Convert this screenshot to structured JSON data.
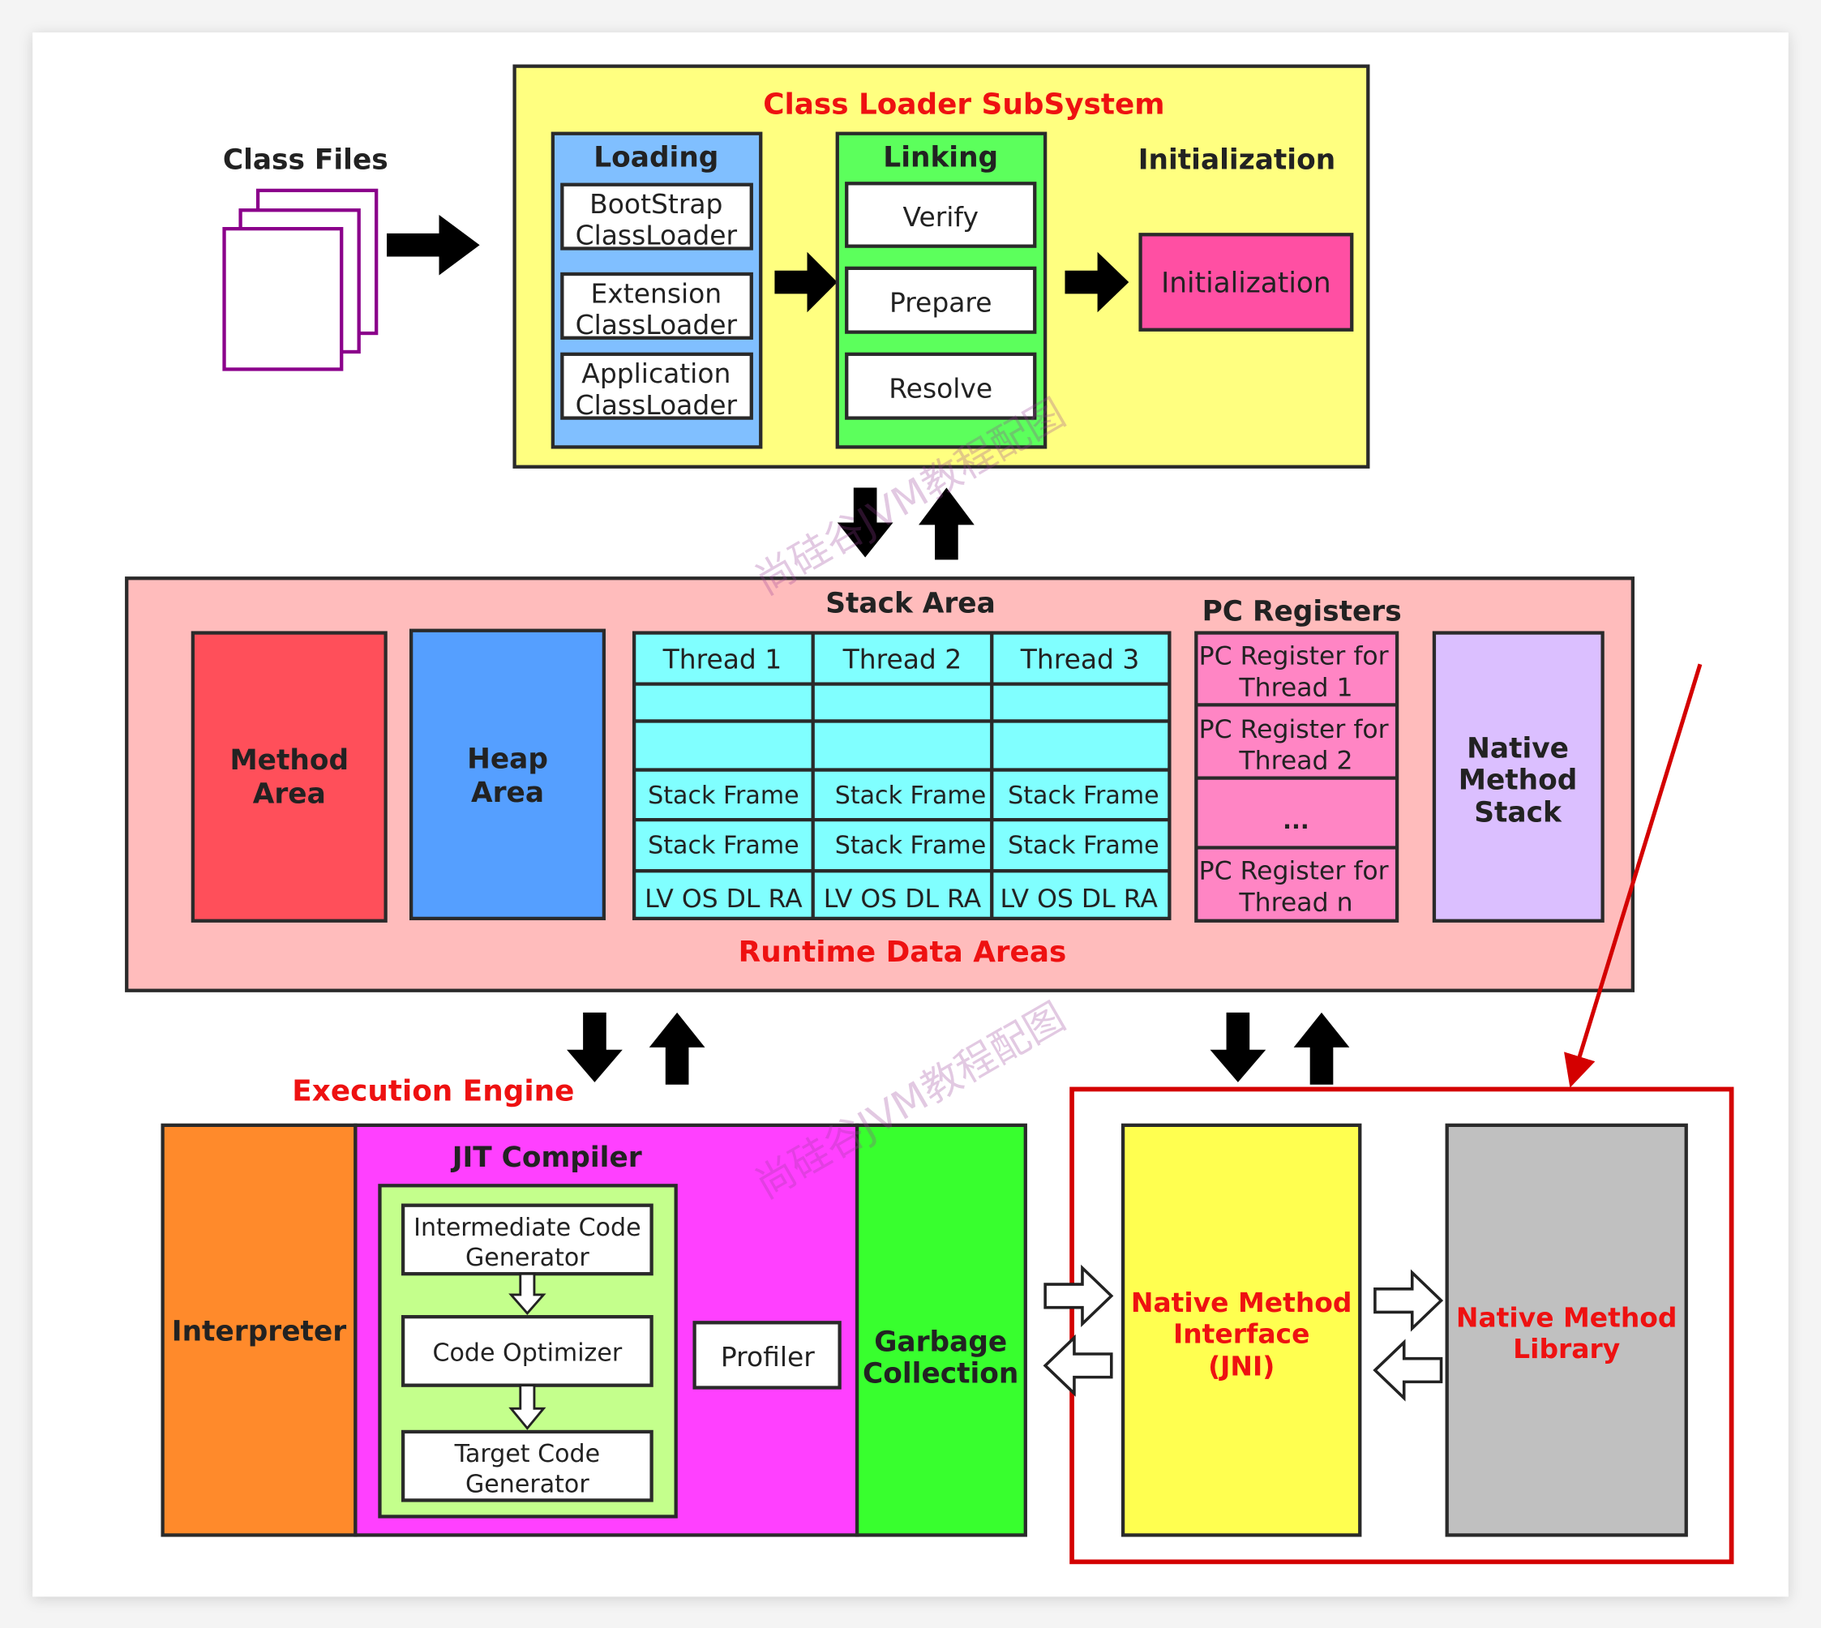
{
  "class_files": {
    "label": "Class Files"
  },
  "class_loader": {
    "title": "Class Loader SubSystem",
    "loading": {
      "label": "Loading",
      "items": [
        [
          "BootStrap",
          "ClassLoader"
        ],
        [
          "Extension",
          "ClassLoader"
        ],
        [
          "Application",
          "ClassLoader"
        ]
      ]
    },
    "linking": {
      "label": "Linking",
      "items": [
        "Verify",
        "Prepare",
        "Resolve"
      ]
    },
    "initialization": {
      "label": "Initialization",
      "box": "Initialization"
    }
  },
  "runtime": {
    "title": "Runtime Data Areas",
    "method_area": [
      "Method",
      "Area"
    ],
    "heap_area": [
      "Heap",
      "Area"
    ],
    "stack_area": {
      "label": "Stack Area",
      "threads": [
        "Thread 1",
        "Thread 2",
        "Thread 3"
      ],
      "frame": "Stack Frame",
      "locals": "LV OS DL RA"
    },
    "pc_registers": {
      "label": "PC Registers",
      "items": [
        [
          "PC Register for",
          "Thread 1"
        ],
        [
          "PC Register for",
          "Thread 2"
        ],
        [
          "...",
          ""
        ],
        [
          "PC Register for",
          "Thread n"
        ]
      ]
    },
    "native_stack": [
      "Native",
      "Method",
      "Stack"
    ]
  },
  "execution_engine": {
    "title": "Execution Engine",
    "interpreter": "Interpreter",
    "jit": {
      "label": "JIT Compiler",
      "items": [
        [
          "Intermediate Code",
          "Generator"
        ],
        [
          "Code Optimizer"
        ],
        [
          "Target Code",
          "Generator"
        ]
      ]
    },
    "profiler": "Profiler",
    "gc": [
      "Garbage",
      "Collection"
    ]
  },
  "native": {
    "interface": [
      "Native Method",
      "Interface",
      "(JNI)"
    ],
    "library": [
      "Native Method",
      "Library"
    ]
  },
  "watermark": "尚硅谷JVM教程配图",
  "colors": {
    "title_red": "#ee1111",
    "highlight_frame": "#d40000"
  }
}
